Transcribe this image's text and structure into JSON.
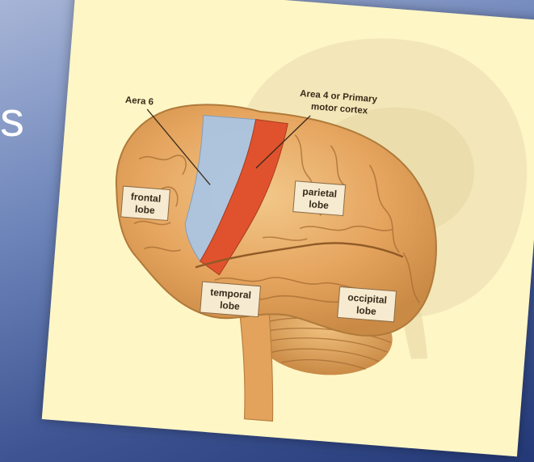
{
  "slide": {
    "title_fragment": "s",
    "colors": {
      "background_top": "#a7b5d6",
      "background_bottom": "#243a78",
      "figure_background": "#fff6c6",
      "brain": "#e8b06a",
      "premotor_area": "#a9c6e6",
      "primary_motor_area": "#e0522e"
    }
  },
  "figure": {
    "callouts": {
      "area6": "Aera 6",
      "area4_line1": "Area 4 or Primary",
      "area4_line2": "motor cortex"
    },
    "lobes": {
      "frontal_line1": "frontal",
      "frontal_line2": "lobe",
      "parietal_line1": "parietal",
      "parietal_line2": "lobe",
      "temporal_line1": "temporal",
      "temporal_line2": "lobe",
      "occipital_line1": "occipital",
      "occipital_line2": "lobe"
    }
  }
}
